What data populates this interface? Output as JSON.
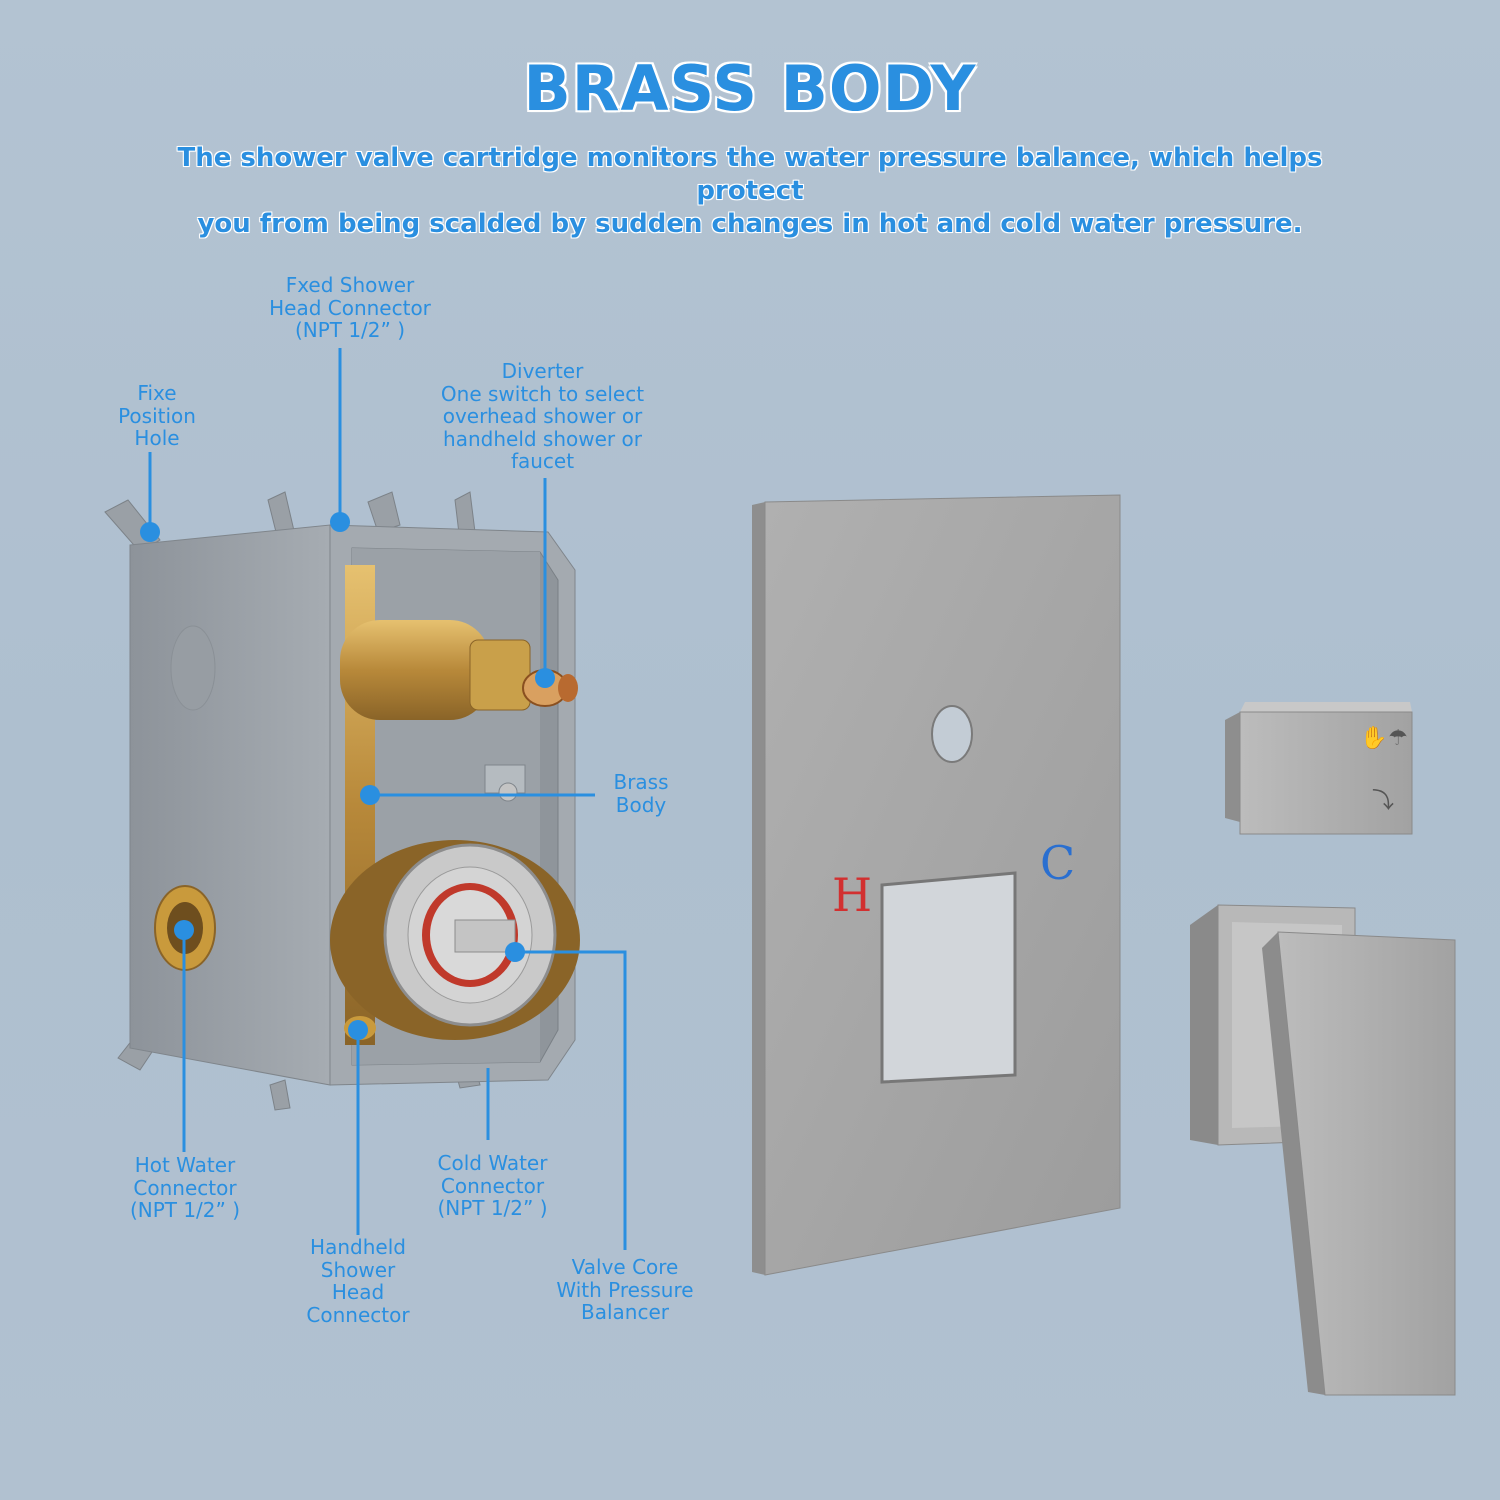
{
  "header": {
    "title": "BRASS BODY",
    "subtitle_line1": "The shower valve cartridge monitors the water pressure balance, which helps protect",
    "subtitle_line2": "you from being scalded by sudden changes in hot and cold water pressure."
  },
  "callouts": {
    "fixed_shower": [
      "Fxed Shower",
      "Head Connector",
      "(NPT 1/2”  )"
    ],
    "fixe_position": [
      "Fixe",
      "Position",
      "Hole"
    ],
    "diverter": [
      "Diverter",
      "One switch to select",
      "overhead shower or",
      "handheld shower or",
      "faucet"
    ],
    "brass_body": [
      "Brass",
      "Body"
    ],
    "hot_water": [
      "Hot Water",
      "Connector",
      "(NPT 1/2”  )"
    ],
    "handheld": [
      "Handheld",
      "Shower",
      "Head",
      "Connector"
    ],
    "cold_water": [
      "Cold Water",
      "Connector",
      "(NPT 1/2”  )"
    ],
    "valve_core": [
      "Valve Core",
      "With Pressure",
      "Balancer"
    ]
  },
  "plate": {
    "hot_mark": "H",
    "cold_mark": "C"
  },
  "colors": {
    "accent": "#2a8fe0",
    "background": "#b1c1d0",
    "brushed_nickel": "#a9a9a9",
    "brass": "#c9a04a",
    "hot_red": "#d23030",
    "cold_blue": "#2a6fd0"
  }
}
